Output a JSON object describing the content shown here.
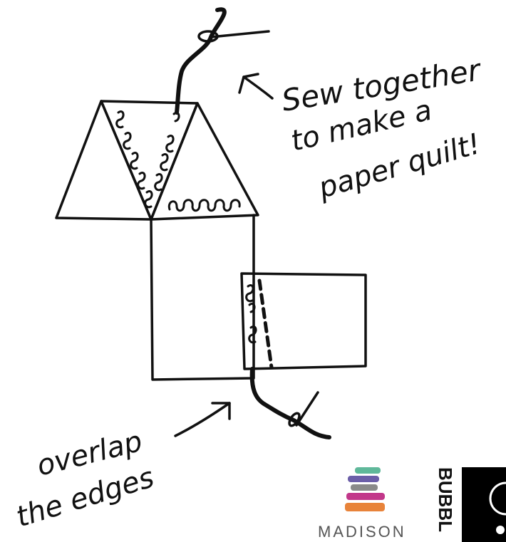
{
  "annotations": {
    "sew_line1": "Sew together",
    "sew_line2": "to make a",
    "sew_line3": "paper quilt!",
    "overlap_line1": "overlap",
    "overlap_line2": "the edges"
  },
  "logos": {
    "madison": "MADISON",
    "bubbl": "BUBBL"
  },
  "colors": {
    "ink": "#111111",
    "logo_green": "#5fb89a",
    "logo_purple": "#6b5ea8",
    "logo_gray": "#8a8a8a",
    "logo_magenta": "#c2378a",
    "logo_orange": "#e8833a",
    "bubbl_panel": "#000000"
  }
}
